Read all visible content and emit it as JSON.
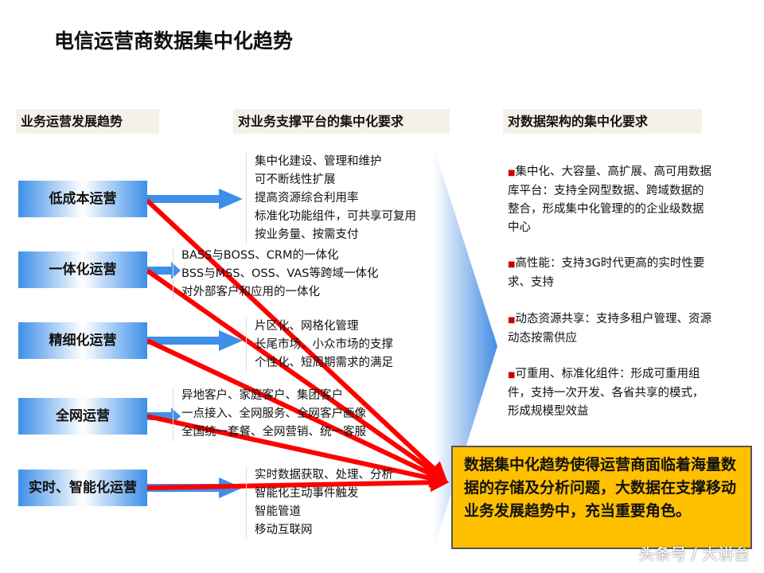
{
  "title": "电信运营商数据集中化趋势",
  "headers": [
    "业务运营发展趋势",
    "对业务支撑平台的集中化要求",
    "对数据架构的集中化要求"
  ],
  "trends": [
    "低成本运营",
    "一体化运营",
    "精细化运营",
    "全网运营",
    "实时、智能化运营"
  ],
  "requirements": [
    [
      "集中化建设、管理和维护",
      "可不断线性扩展",
      "提高资源综合利用率",
      "标准化功能组件，可共享可复用",
      "按业务量、按需支付"
    ],
    [
      "BASS与BOSS、CRM的一体化",
      "BSS与MSS、OSS、VAS等跨域一体化",
      "对外部客户和应用的一体化"
    ],
    [
      "片区化、网格化管理",
      "长尾市场、小众市场的支撑",
      "个性化、短周期需求的满足"
    ],
    [
      "异地客户、家庭客户、集团客户",
      "一点接入、全网服务、全网客户画像",
      "全国统一套餐、全网营销、统一客服"
    ],
    [
      "实时数据获取、处理、分析",
      "智能化主动事件触发",
      "智能管道",
      "移动互联网"
    ]
  ],
  "data_arch": [
    "集中化、大容量、高扩展、高可用数据库平台：支持全网型数据、跨域数据的整合，形成集中化管理的的企业级数据中心",
    "高性能：支持3G时代更高的实时性要求、支持",
    "动态资源共享：支持多租户管理、资源动态按需供应",
    "可重用、标准化组件：形成可重用组件，支持一次开发、各省共享的模式，形成规模型效益"
  ],
  "conclusion": "数据集中化趋势使得运营商面临着海量数据的存储及分析问题，大数据在支撑移动业务发展趋势中，充当重要角色。",
  "watermark": "头条号 / 大讲台",
  "colors": {
    "box_blue": "#3d8fe8",
    "arrow_red": "#ff0000",
    "highlight": "#ffc000",
    "bullet": "#c00000"
  }
}
